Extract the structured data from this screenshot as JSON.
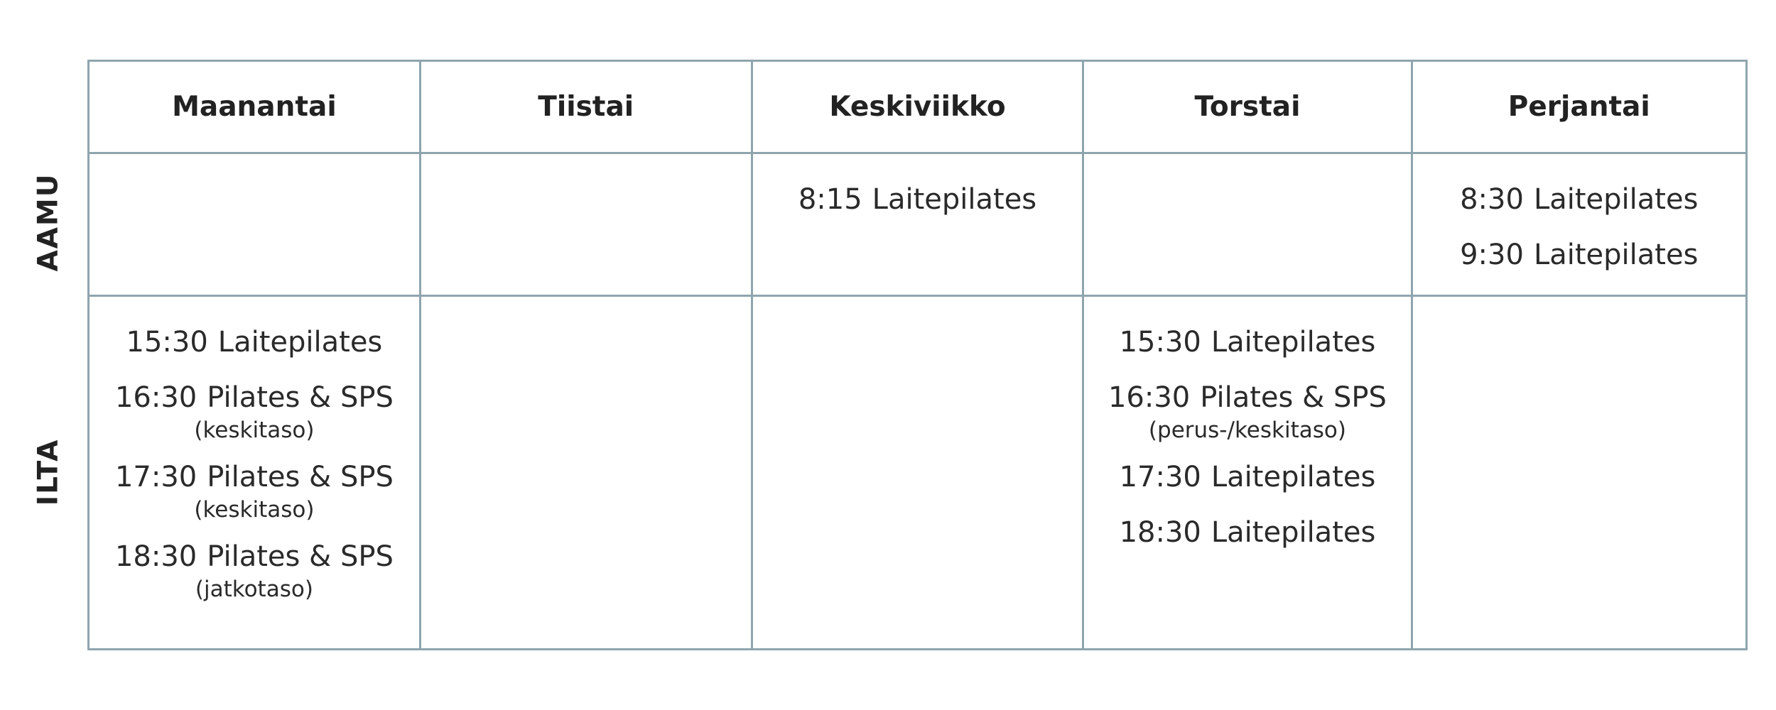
{
  "rows": {
    "morning_label": "AAMU",
    "evening_label": "ILTA"
  },
  "days": [
    {
      "name": "Maanantai",
      "morning": [],
      "evening": [
        {
          "time": "15:30",
          "name": "Laitepilates",
          "level": ""
        },
        {
          "time": "16:30",
          "name": "Pilates & SPS",
          "level": "(keskitaso)"
        },
        {
          "time": "17:30",
          "name": "Pilates & SPS",
          "level": "(keskitaso)"
        },
        {
          "time": "18:30",
          "name": "Pilates & SPS",
          "level": "(jatkotaso)"
        }
      ]
    },
    {
      "name": "Tiistai",
      "morning": [],
      "evening": []
    },
    {
      "name": "Keskiviikko",
      "morning": [
        {
          "time": "8:15",
          "name": "Laitepilates",
          "level": ""
        }
      ],
      "evening": []
    },
    {
      "name": "Torstai",
      "morning": [],
      "evening": [
        {
          "time": "15:30",
          "name": "Laitepilates",
          "level": ""
        },
        {
          "time": "16:30",
          "name": "Pilates & SPS",
          "level": "(perus-/keskitaso)"
        },
        {
          "time": "17:30",
          "name": "Laitepilates",
          "level": ""
        },
        {
          "time": "18:30",
          "name": "Laitepilates",
          "level": ""
        }
      ]
    },
    {
      "name": "Perjantai",
      "morning": [
        {
          "time": "8:30",
          "name": "Laitepilates",
          "level": ""
        },
        {
          "time": "9:30",
          "name": "Laitepilates",
          "level": ""
        }
      ],
      "evening": []
    }
  ]
}
